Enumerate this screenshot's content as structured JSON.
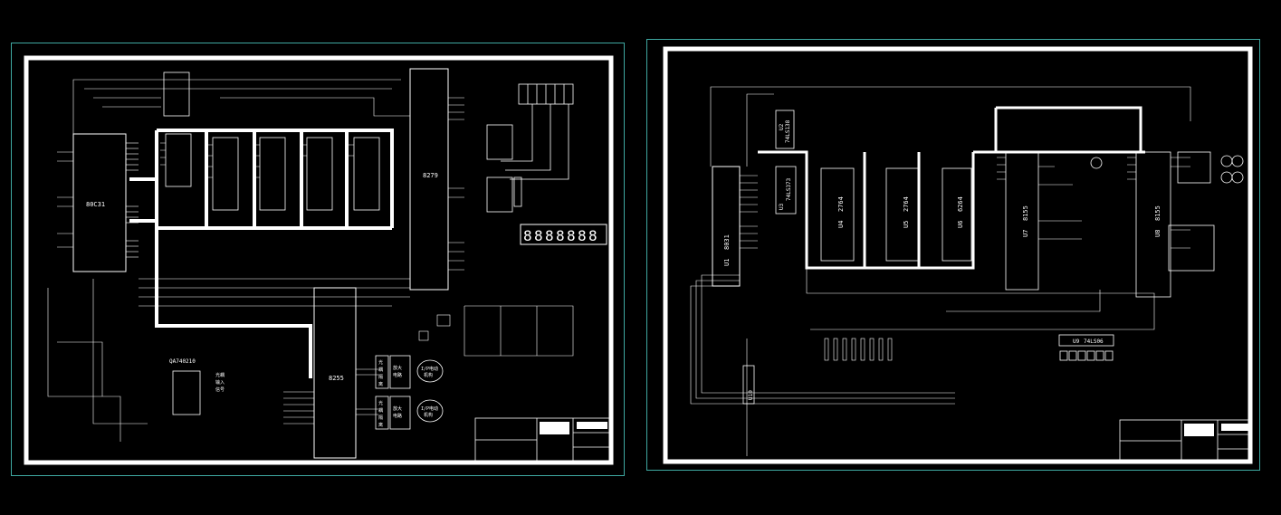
{
  "sheet_a": {
    "chips": {
      "mcu": "80C31",
      "kbd": "8279",
      "ppi": "8255",
      "timer": "QA740210"
    },
    "labels": {
      "photo_input": [
        "光耦",
        "输入",
        "信号"
      ],
      "motor1": [
        "I/P电动",
        "机构"
      ],
      "motor2": [
        "I/P电动",
        "机构"
      ],
      "drv_a": [
        "放大",
        "电路"
      ],
      "drv_b": [
        "放大",
        "电路"
      ],
      "col_a": [
        "光",
        "耦",
        "隔",
        "离"
      ],
      "col_b": [
        "光",
        "耦",
        "隔",
        "离"
      ]
    }
  },
  "sheet_b": {
    "chips": {
      "mcu": "8031",
      "mcu_ref": "U1",
      "dec": "74LS138",
      "dec_ref": "U2",
      "latch": "74LS373",
      "latch_ref": "U3",
      "rom1": "2764",
      "rom1_ref": "U4",
      "rom2": "2764",
      "rom2_ref": "U5",
      "ram": "6264",
      "ram_ref": "U6",
      "ppi1": "8155",
      "ppi1_ref": "U7",
      "ppi2": "8155",
      "ppi2_ref": "U8",
      "buf": "74LS06",
      "buf_ref": "U9",
      "conn_ref": "U10"
    }
  },
  "colors": {
    "background": "#000000",
    "outer_border": "#3fa9a2",
    "lines": "#ffffff"
  }
}
